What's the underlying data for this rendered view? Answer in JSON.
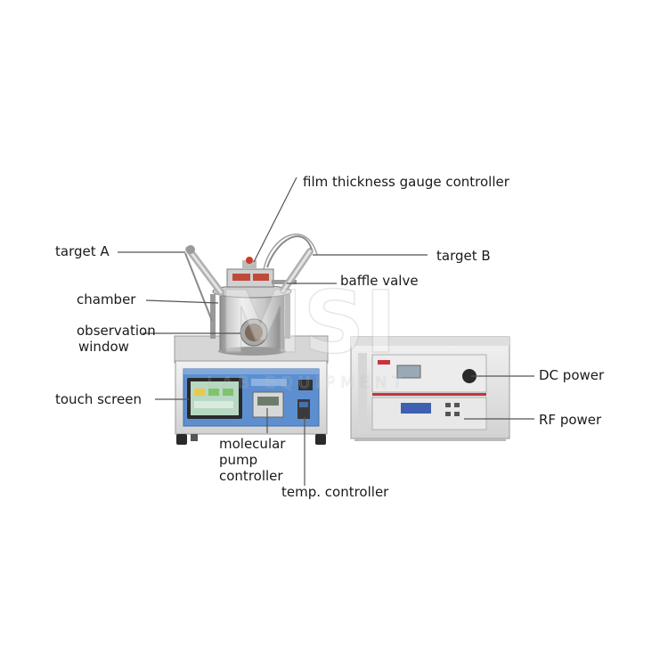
{
  "labels": {
    "film_thickness_gauge_controller": "film thickness gauge controller",
    "target_a": "target A",
    "target_b": "target B",
    "baffle_valve": "baffle valve",
    "chamber": "chamber",
    "observation_window_line1": "observation",
    "observation_window_line2": "window",
    "touch_screen": "touch screen",
    "dc_power": "DC power",
    "rf_power": "RF power",
    "molecular_pump_controller_line1": "molecular",
    "molecular_pump_controller_line2": "pump",
    "molecular_pump_controller_line3": "controller",
    "temp_controller": "temp. controller"
  },
  "watermark": {
    "logo_text": "MSI",
    "sub_text": "LAB EQUIPMENT"
  },
  "colors": {
    "leader_line": "#555555",
    "panel_blue": "#5d8fd0",
    "cabinet": "#e4e4e4",
    "steel": "#b8b8b8",
    "red_stripe": "#c8323c"
  }
}
